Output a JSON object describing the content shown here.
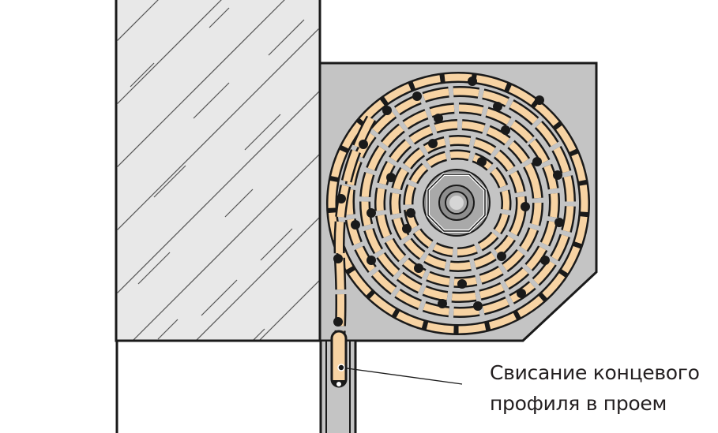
{
  "diagram": {
    "title": "Roller shutter box cross-section",
    "annotation": {
      "line1": "Свисание концевого",
      "line2": "профиля в проем"
    },
    "colors": {
      "wall_fill": "#e8e8e8",
      "hatch": "#555555",
      "box_fill": "#c4c4c4",
      "slat_fill": "#f7d3a3",
      "outline": "#1a1a1a",
      "shaft_dark": "#8e8e8e",
      "shaft_mid": "#a9a9a9",
      "shaft_light": "#d6d6d6",
      "text": "#231f20"
    },
    "components": [
      {
        "name": "wall-lintel",
        "label": "hatched wall section"
      },
      {
        "name": "shutter-box",
        "label": "roller box housing"
      },
      {
        "name": "octagonal-shaft",
        "label": "octagonal axle"
      },
      {
        "name": "rolled-curtain",
        "label": "coiled slats"
      },
      {
        "name": "end-profile",
        "label": "end profile hanging into opening"
      },
      {
        "name": "guide-rail",
        "label": "guide rail"
      }
    ]
  }
}
